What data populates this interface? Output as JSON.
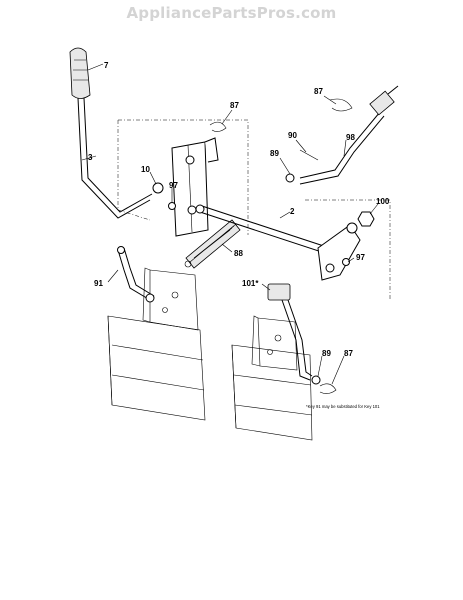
{
  "watermark": "AppliancePartsPros.com",
  "callouts": {
    "c7": "7",
    "c3": "3",
    "c87a": "87",
    "c87b": "87",
    "c87c": "87",
    "c90": "90",
    "c98": "98",
    "c89a": "89",
    "c89b": "89",
    "c10": "10",
    "c97a": "97",
    "c97b": "97",
    "c2": "2",
    "c100": "100",
    "c88": "88",
    "c91": "91",
    "c101": "101*"
  },
  "footnote": "*Key 91 may be substituted for Key 101"
}
